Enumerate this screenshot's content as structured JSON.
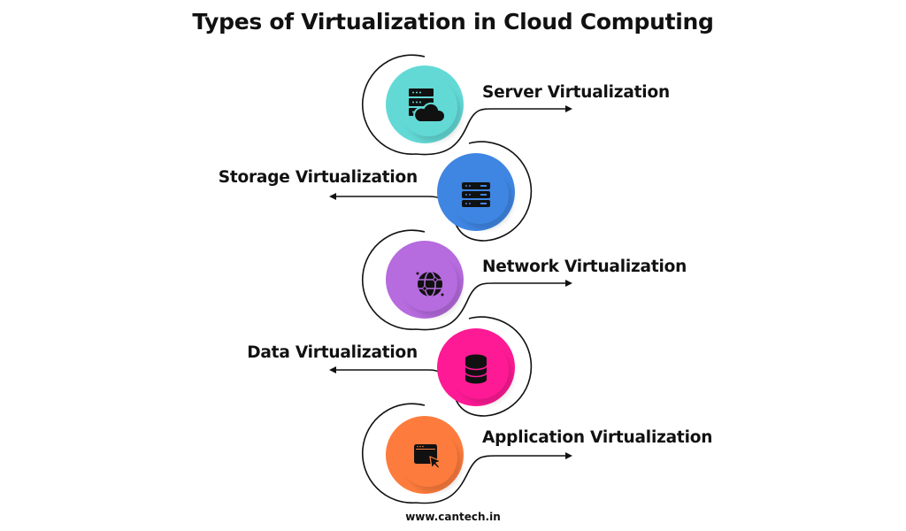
{
  "title": "Types of Virtualization in Cloud Computing",
  "items": [
    {
      "label": "Server Virtualization",
      "icon": "server-cloud-icon",
      "color": "#63d9d6",
      "side": "right"
    },
    {
      "label": "Storage Virtualization",
      "icon": "storage-server-icon",
      "color": "#3f86e3",
      "side": "left"
    },
    {
      "label": "Network Virtualization",
      "icon": "globe-network-icon",
      "color": "#b66bde",
      "side": "right"
    },
    {
      "label": "Data Virtualization",
      "icon": "database-icon",
      "color": "#fe1a95",
      "side": "left"
    },
    {
      "label": "Application Virtualization",
      "icon": "app-window-cursor-icon",
      "color": "#fd7c3d",
      "side": "right"
    }
  ],
  "footer": "www.cantech.in"
}
